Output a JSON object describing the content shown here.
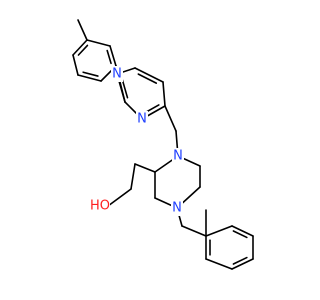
{
  "molecule": {
    "atoms": [
      {
        "id": "n_top_1",
        "element": "N",
        "label": "N",
        "color": "#1f3fff"
      },
      {
        "id": "n_top_2",
        "element": "N",
        "label": "N",
        "color": "#1f3fff"
      },
      {
        "id": "n_pip_1",
        "element": "N",
        "label": "N",
        "color": "#1f3fff"
      },
      {
        "id": "n_pip_2",
        "element": "N",
        "label": "N",
        "color": "#1f3fff"
      },
      {
        "id": "o_hydroxyl",
        "element": "O",
        "label": "HO",
        "color": "#ff1f1f"
      }
    ],
    "bond_color": "#000000"
  }
}
